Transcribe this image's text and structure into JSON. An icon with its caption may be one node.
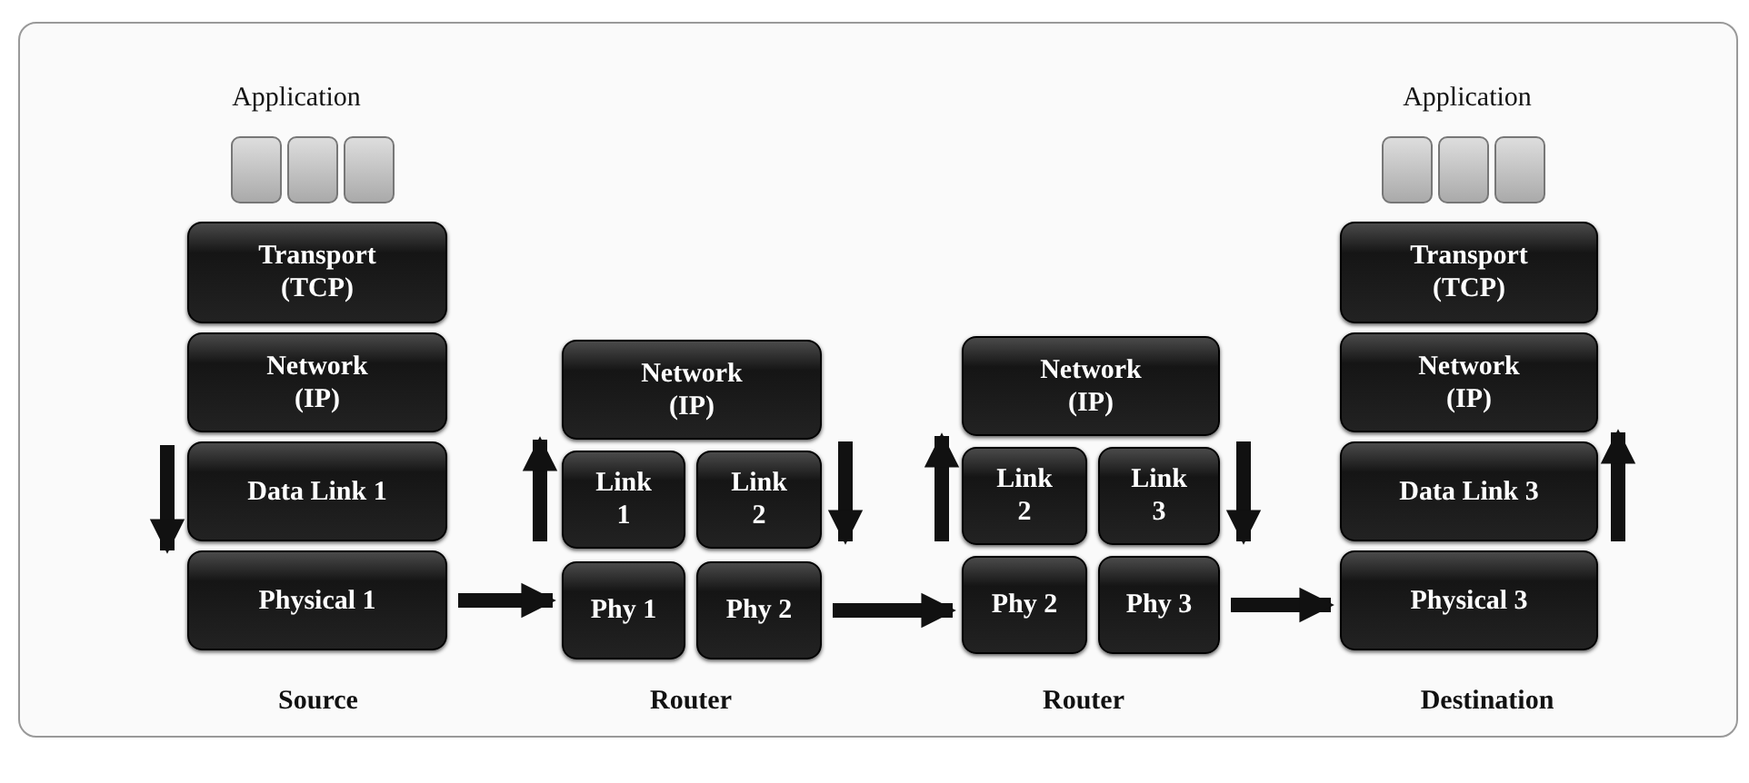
{
  "diagram": {
    "nodes": [
      {
        "text": [
          "Transport (TCP)"
        ]
      },
      {
        "text": [
          "Network (IP)"
        ]
      },
      {
        "text": [
          "Data Link 1"
        ]
      },
      {
        "text": [
          "Physical 1"
        ]
      },
      {
        "text": [
          "Network (IP)"
        ]
      },
      {
        "text": [
          "Link 1"
        ]
      },
      {
        "text": [
          "Link 2"
        ]
      },
      {
        "text": [
          "Phy 1"
        ]
      },
      {
        "text": [
          "Phy 2"
        ]
      },
      {
        "text": [
          "Network (IP)"
        ]
      },
      {
        "text": [
          "Link 2"
        ]
      },
      {
        "text": [
          "Link 3"
        ]
      },
      {
        "text": [
          "Phy 2"
        ]
      },
      {
        "text": [
          "Phy 3"
        ]
      },
      {
        "text": [
          "Transport (TCP)"
        ]
      },
      {
        "text": [
          "Network (IP)"
        ]
      },
      {
        "text": [
          "Data Link 3"
        ]
      },
      {
        "text": [
          "Physical 3"
        ]
      },
      {
        "text": [],
        "shape": "box"
      },
      {
        "text": [],
        "shape": "box"
      },
      {
        "text": [],
        "shape": "box"
      },
      {
        "text": [],
        "shape": "box"
      },
      {
        "text": [],
        "shape": "box"
      },
      {
        "text": [],
        "shape": "box"
      }
    ],
    "edges": [
      {
        "from": 2,
        "to": 3,
        "arrow": "to"
      },
      {
        "from": 3,
        "to": 7,
        "arrow": "to"
      },
      {
        "from": 5,
        "to": 4,
        "arrow": "to"
      },
      {
        "from": 4,
        "to": 6,
        "arrow": "to"
      },
      {
        "from": 8,
        "to": 12,
        "arrow": "to"
      },
      {
        "from": 10,
        "to": 9,
        "arrow": "to"
      },
      {
        "from": 9,
        "to": 11,
        "arrow": "to"
      },
      {
        "from": 13,
        "to": 17,
        "arrow": "to"
      },
      {
        "from": 16,
        "to": 15,
        "arrow": "to"
      }
    ],
    "labels": [
      "Application",
      "Application",
      "Source",
      "Router",
      "Router",
      "Destination"
    ]
  }
}
